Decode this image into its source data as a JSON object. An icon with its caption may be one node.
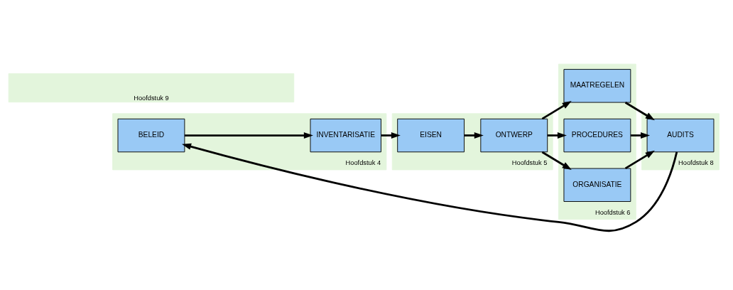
{
  "diagram": {
    "nodes": [
      {
        "text": [
          "Hoofdstuk 4"
        ]
      },
      {
        "text": [
          "BELEID"
        ],
        "in": 0
      },
      {
        "text": [
          "INVENTARISATIE"
        ],
        "in": 0
      },
      {
        "text": [
          "Hoofdstuk 5"
        ]
      },
      {
        "text": [
          "EISEN"
        ],
        "in": 3
      },
      {
        "text": [
          "ONTWERP"
        ],
        "in": 3
      },
      {
        "text": [
          "Hoofdstuk 6"
        ]
      },
      {
        "text": [
          "MAATREGELEN"
        ],
        "in": 6
      },
      {
        "text": [
          "PROCEDURES"
        ],
        "in": 6
      },
      {
        "text": [
          "ORGANISATIE"
        ],
        "in": 6
      },
      {
        "text": [
          "Hoofdstuk 8"
        ]
      },
      {
        "text": [
          "AUDITS"
        ],
        "in": 10
      },
      {
        "text": [
          "Hoofdstuk 9"
        ]
      }
    ],
    "edges": [
      {
        "from": 1,
        "to": 2,
        "arrow": "to"
      },
      {
        "from": 2,
        "to": 4,
        "arrow": "to"
      },
      {
        "from": 4,
        "to": 5,
        "arrow": "to"
      },
      {
        "from": 5,
        "to": 7,
        "arrow": "to"
      },
      {
        "from": 5,
        "to": 8,
        "arrow": "to"
      },
      {
        "from": 5,
        "to": 9,
        "arrow": "to"
      },
      {
        "from": 7,
        "to": 11,
        "arrow": "to"
      },
      {
        "from": 8,
        "to": 11,
        "arrow": "to"
      },
      {
        "from": 9,
        "to": 11,
        "arrow": "to"
      },
      {
        "from": 11,
        "to": 1,
        "arrow": "to"
      }
    ]
  }
}
